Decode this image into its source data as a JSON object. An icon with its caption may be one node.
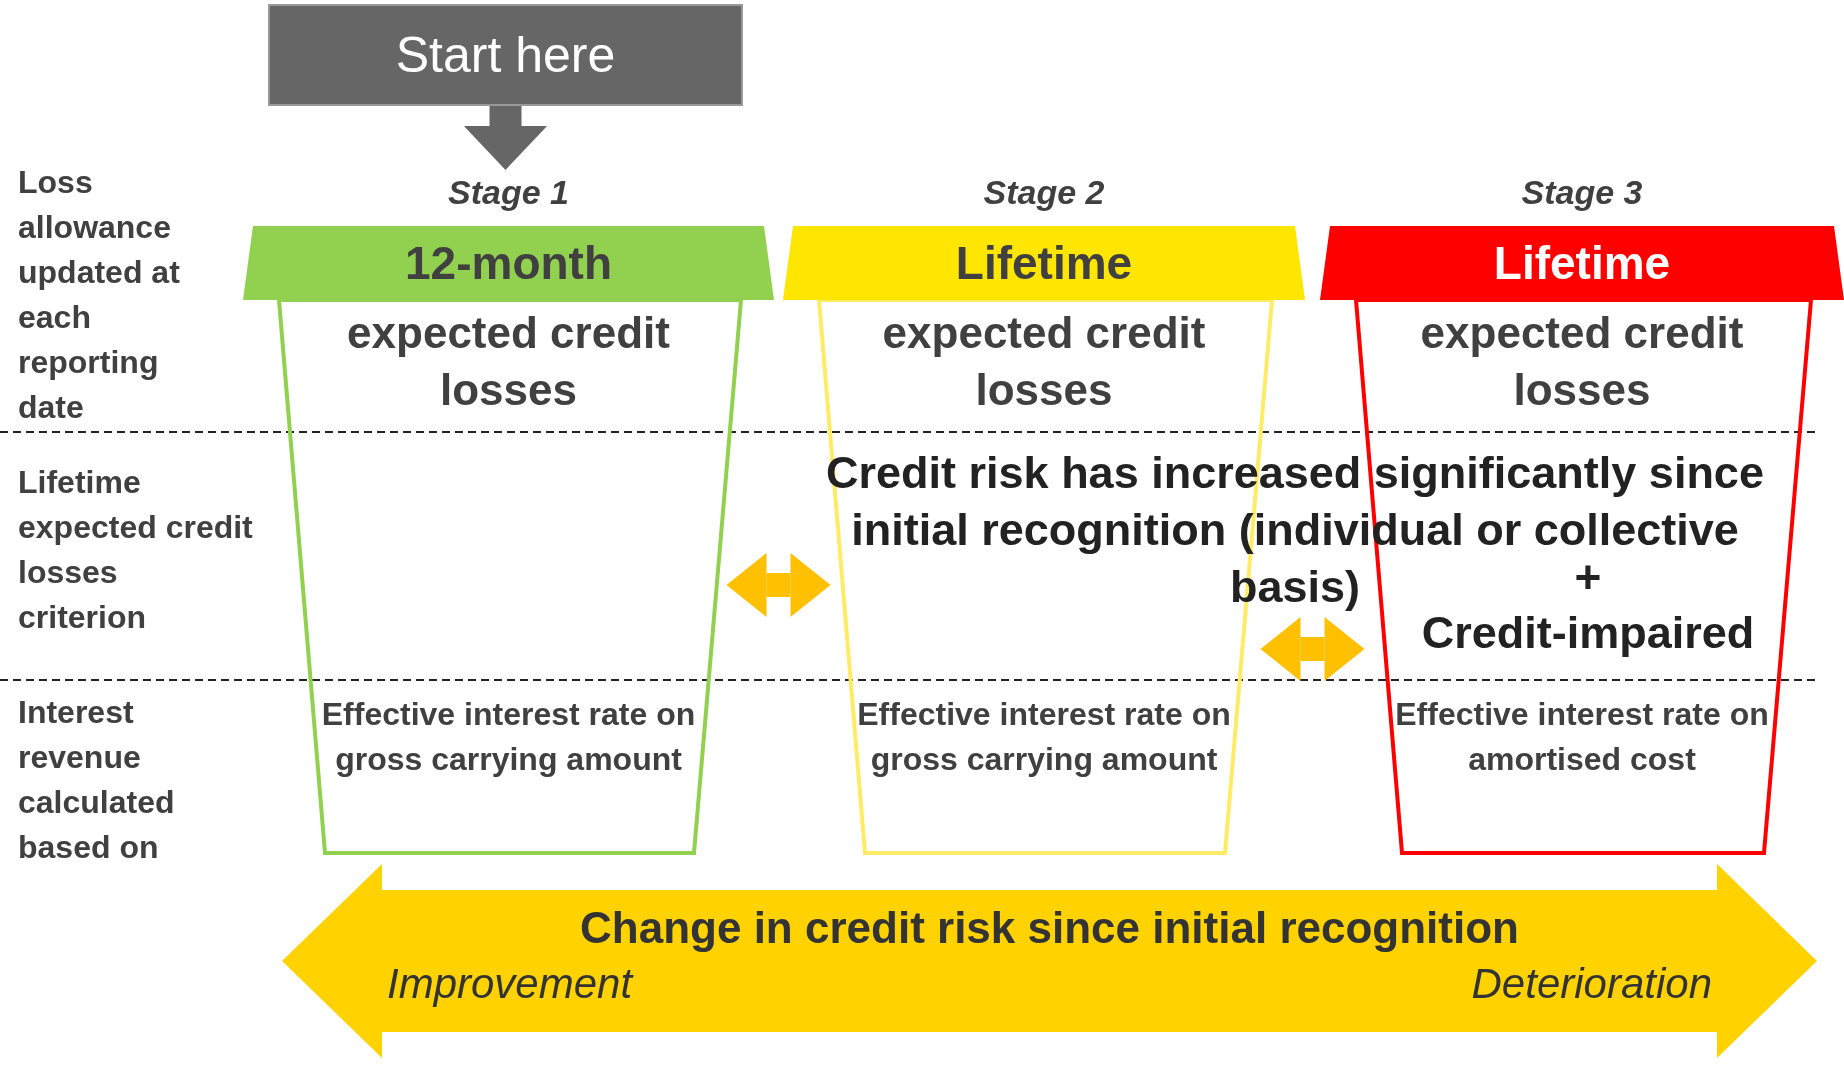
{
  "diagram": {
    "nodes": [
      {
        "text": [
          "Start here"
        ]
      },
      {
        "text": [
          "12-month",
          "expected credit losses",
          "Effective interest rate on gross carrying amount"
        ],
        "beside": [
          "Stage 1"
        ]
      },
      {
        "text": [
          "Lifetime",
          "expected credit losses",
          "Effective interest rate on gross carrying amount"
        ],
        "beside": [
          "Stage 2"
        ]
      },
      {
        "text": [
          "Lifetime",
          "expected credit losses",
          "Effective interest rate on amortised cost"
        ],
        "beside": [
          "Stage 3"
        ]
      },
      {
        "text": [
          "Change in credit risk since initial recognition",
          "Improvement",
          "Deterioration"
        ]
      }
    ],
    "edges": [
      {
        "from": 0,
        "to": 1,
        "arrow": "to",
        "color": "#666666"
      },
      {
        "from": 1,
        "to": 2,
        "arrow": "both"
      },
      {
        "from": 2,
        "to": 3,
        "arrow": "both"
      }
    ],
    "labels": [
      "Loss allowance updated at each reporting date",
      "Lifetime expected credit losses criterion",
      "Interest revenue calculated based on",
      "Credit risk has increased significantly since initial recognition (individual or collective basis)",
      "+",
      "Credit-impaired"
    ]
  }
}
